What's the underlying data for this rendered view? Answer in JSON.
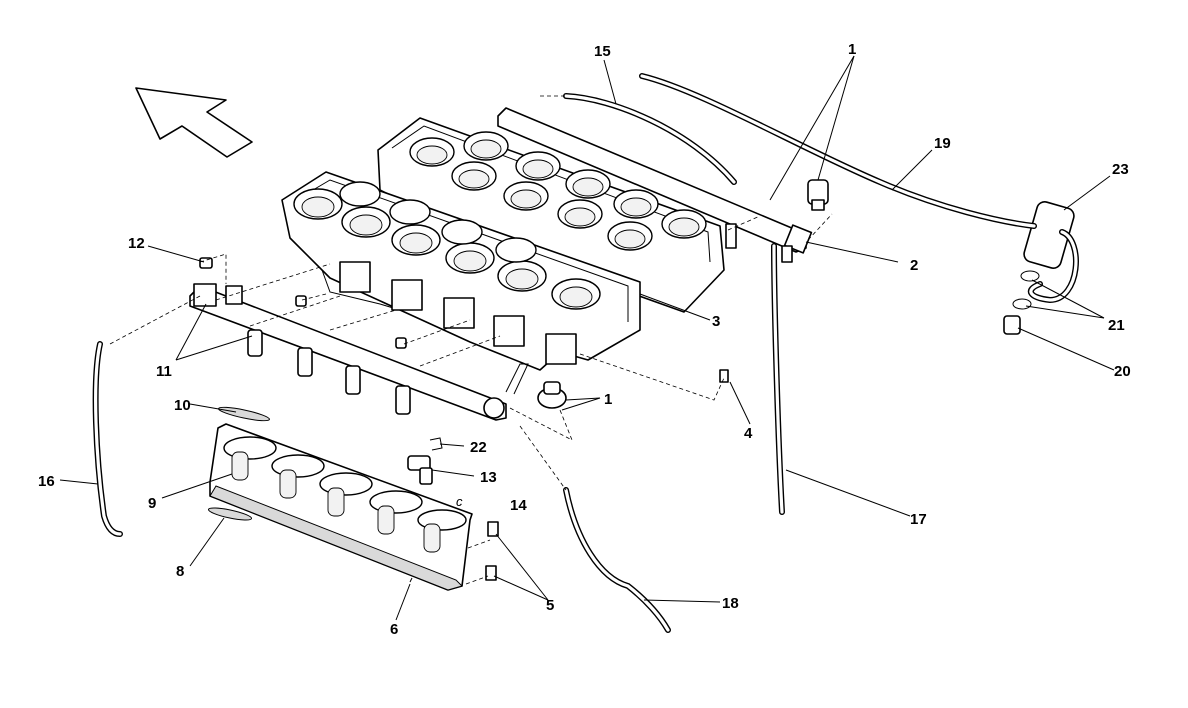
{
  "diagram": {
    "callouts": [
      "1",
      "1",
      "2",
      "3",
      "4",
      "5",
      "6",
      "8",
      "9",
      "10",
      "11",
      "12",
      "13",
      "14",
      "15",
      "16",
      "17",
      "18",
      "19",
      "20",
      "21",
      "22",
      "23"
    ],
    "detail_label": "c"
  },
  "icons": {
    "direction_arrow": "direction-arrow-icon"
  },
  "colors": {
    "ink": "#000000",
    "background": "#ffffff",
    "shade": "#d9d9d9"
  }
}
